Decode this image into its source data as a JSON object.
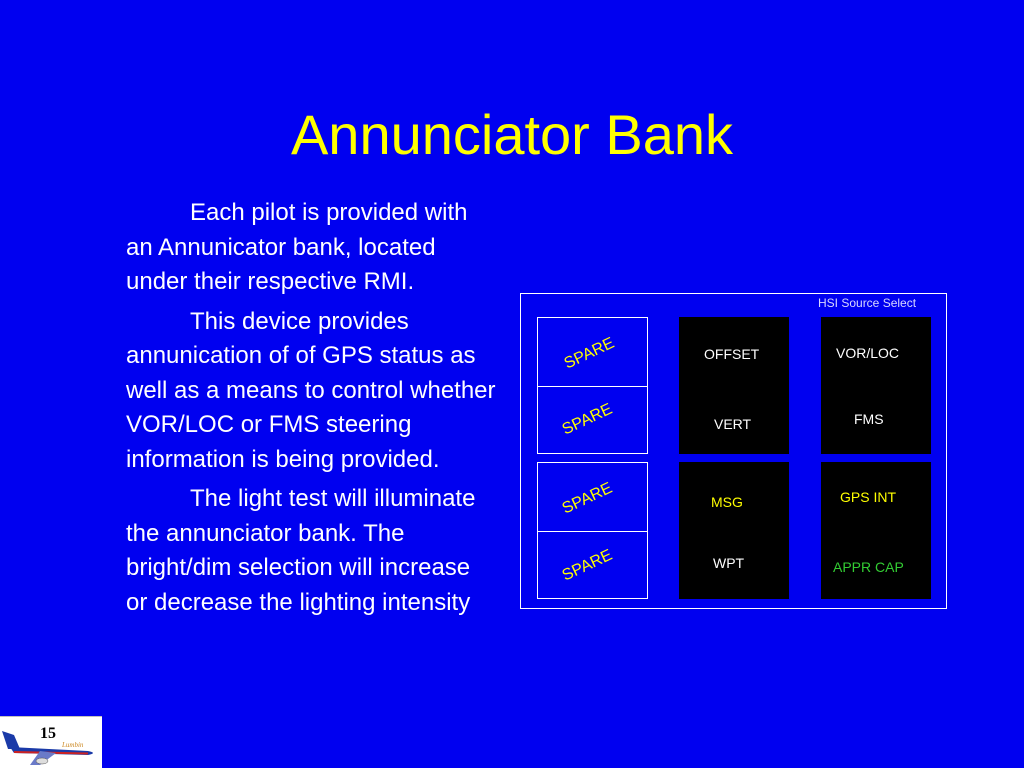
{
  "slide": {
    "title": "Annunciator Bank",
    "paragraphs": [
      "Each pilot is provided with an Annunicator bank, located under their respective RMI.",
      "This device provides annunication of of GPS status as well as a means to control whether VOR/LOC or FMS steering information is being provided.",
      "The light test will illuminate the annunciator bank.  The bright/dim selection will increase or decrease the lighting intensity"
    ],
    "page_number": "15"
  },
  "panel": {
    "hsi_label": "HSI Source Select",
    "spare_labels": [
      "SPARE",
      "SPARE",
      "SPARE",
      "SPARE"
    ],
    "offset": "OFFSET",
    "vert": "VERT",
    "vor_loc": "VOR/LOC",
    "fms": "FMS",
    "msg": "MSG",
    "wpt": "WPT",
    "gps_int": "GPS INT",
    "appr_cap": "APPR CAP"
  },
  "colors": {
    "background": "#0000f0",
    "title": "#ffff00",
    "body_text": "#ffffff",
    "spare_text": "#ffff00",
    "white_annunciation": "#ffffff",
    "yellow_annunciation": "#ffff00",
    "green_annunciation": "#33cc33"
  },
  "icons": {
    "logo": "airplane-logo-icon"
  }
}
